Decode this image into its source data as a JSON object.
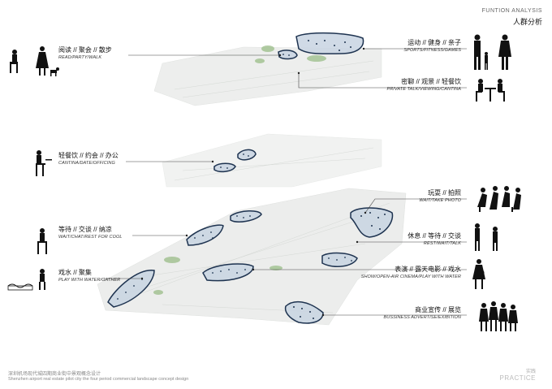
{
  "header": {
    "title_en": "FUNTION ANALYSIS",
    "title_cn": "人群分析"
  },
  "annotations": {
    "read": {
      "cn": "阅读 // 聚会 // 散步",
      "en": "READ/PARTY/WALK"
    },
    "sports": {
      "cn": "运动 // 健身 // 亲子",
      "en": "SPORTS/FITNESS/GAMES"
    },
    "private": {
      "cn": "密聊 // 观景 // 轻餐饮",
      "en": "PRIVATE TALK/VIEWING/CANTINA"
    },
    "cantina": {
      "cn": "轻餐饮 // 约会 // 办公",
      "en": "CANTINA/DATE/OFFICING"
    },
    "wait": {
      "cn": "玩耍 // 拍照",
      "en": "WAIT/TAKE PHOTO"
    },
    "chat": {
      "cn": "等待 // 交谈 // 纳凉",
      "en": "WAIT/CHAT/REST FOR COOL"
    },
    "rest": {
      "cn": "休息 // 等待 // 交谈",
      "en": "REST/WAIT/TALK"
    },
    "show": {
      "cn": "表演 // 露天电影 // 戏水",
      "en": "SHOW/OPEN-AIR CINEMA/PLAY WITH WATER"
    },
    "play": {
      "cn": "戏水 // 聚集",
      "en": "PLAY WITH WATER/GATHER"
    },
    "biz": {
      "cn": "商业宣传 // 展览",
      "en": "BUSSINESS ADVERTISE/EXIBITION"
    }
  },
  "footer": {
    "cn": "深圳机场现代城四期商业街中景观概念设计",
    "en": "Shenzhen airport real estate pilot city the four period commercial landscape concept  design",
    "brand_cn": "实践",
    "brand_en": "PRACTICE"
  },
  "colors": {
    "zone_fill": "#c8d4e2",
    "zone_stroke": "#1e3350",
    "line": "#444444",
    "plan": "#d9dcd9"
  }
}
